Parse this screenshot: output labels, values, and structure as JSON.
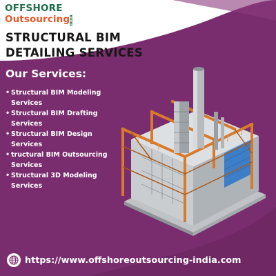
{
  "logo": {
    "line1": "OFFSHORE",
    "line2": "Outsourcing",
    "suffix": "INDIA"
  },
  "title": "STRUCTURAL BIM DETAILING SERVICES",
  "section_heading": "Our Services:",
  "services": [
    "Structural BIM Modeling Services",
    "Structural BIM Drafting Services",
    "Structural BIM Design Services",
    "tructural BIM Outsourcing Services",
    "Structural 3D Modeling Services"
  ],
  "footer": {
    "url": "https://www.offshoreoutsourcing-india.com",
    "icon": "globe-icon"
  },
  "colors": {
    "purple": "#7a2d6e",
    "logo_green": "#1f6b4a",
    "logo_orange": "#e0592a"
  }
}
